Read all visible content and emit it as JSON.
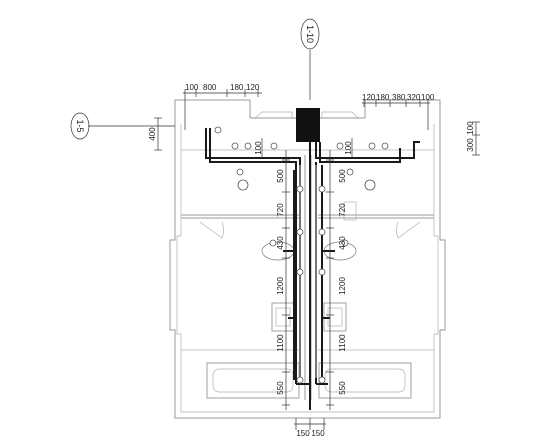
{
  "section_markers": {
    "top": "1-10",
    "left": "1-5"
  },
  "dimensions": {
    "top_left": [
      "100",
      "800",
      "180",
      "120"
    ],
    "top_right": [
      "120",
      "180",
      "380",
      "320",
      "100"
    ],
    "left_side": [
      "400"
    ],
    "right_side": [
      "100",
      "300"
    ],
    "inner_left_h": [
      "100"
    ],
    "inner_right_h": [
      "100"
    ],
    "left_vertical": [
      "500",
      "720",
      "430",
      "1200",
      "1100",
      "550"
    ],
    "right_vertical": [
      "500",
      "720",
      "430",
      "1200",
      "1100",
      "550"
    ],
    "bottom": [
      "150",
      "150"
    ]
  }
}
